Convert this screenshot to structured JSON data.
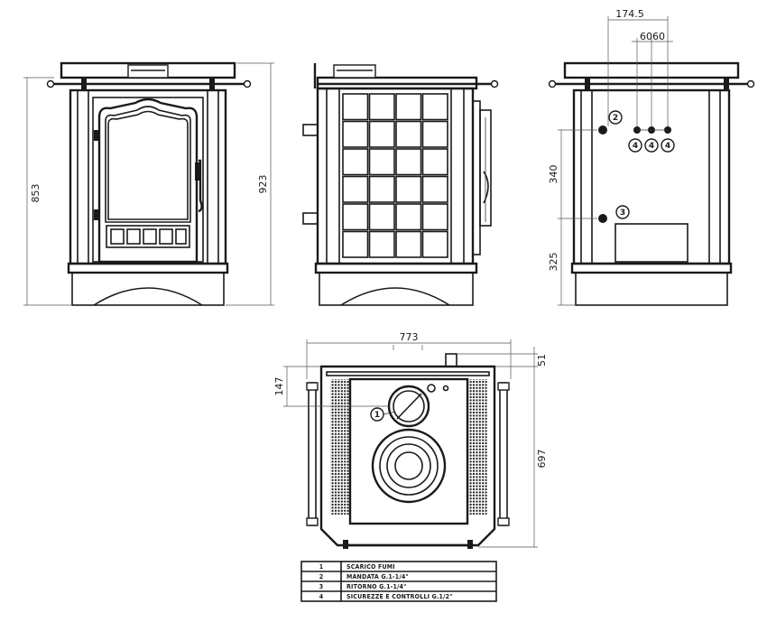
{
  "dimensions": {
    "front_height_853": "853",
    "front_height_923": "923",
    "back_top_174_5": "174.5",
    "back_top_60_60": "6060",
    "back_340": "340",
    "back_325": "325",
    "plan_width_773": "773",
    "plan_147": "147",
    "plan_51": "51",
    "plan_697": "697"
  },
  "callouts": {
    "c1": "1",
    "c2": "2",
    "c3": "3",
    "c4": "4"
  },
  "legend": {
    "rows": [
      {
        "num": "1",
        "label": "SCARICO FUMI"
      },
      {
        "num": "2",
        "label": "MANDATA G.1-1/4\""
      },
      {
        "num": "3",
        "label": "RITORNO G.1-1/4\""
      },
      {
        "num": "4",
        "label": "SICUREZZE E CONTROLLI G.1/2\""
      }
    ]
  }
}
